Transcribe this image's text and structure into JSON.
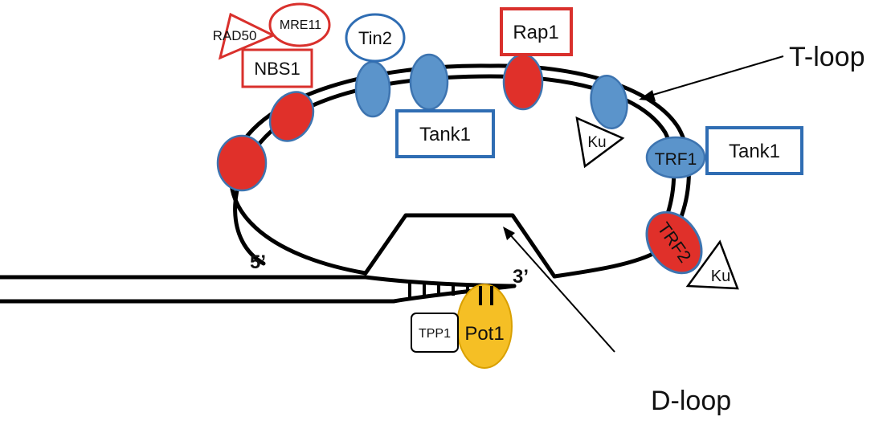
{
  "labels": {
    "t_loop": "T-loop",
    "d_loop": "D-loop",
    "five_prime": "5’",
    "three_prime": "3’",
    "rad50": "RAD50",
    "mre11": "MRE11",
    "nbs1": "NBS1",
    "tin2": "Tin2",
    "rap1": "Rap1",
    "tank1_top": "Tank1",
    "tank1_right": "Tank1",
    "trf1": "TRF1",
    "trf2": "TRF2",
    "ku_top": "Ku",
    "ku_bottom": "Ku",
    "tpp1": "TPP1",
    "pot1": "Pot1"
  },
  "colors": {
    "red": "#e0302a",
    "blue": "#5b94cb",
    "blue_dark": "#3d74b0",
    "box_red": "#d9302c",
    "box_blue": "#2f6db3",
    "yellow": "#f5bf25",
    "dna": "#000000"
  }
}
